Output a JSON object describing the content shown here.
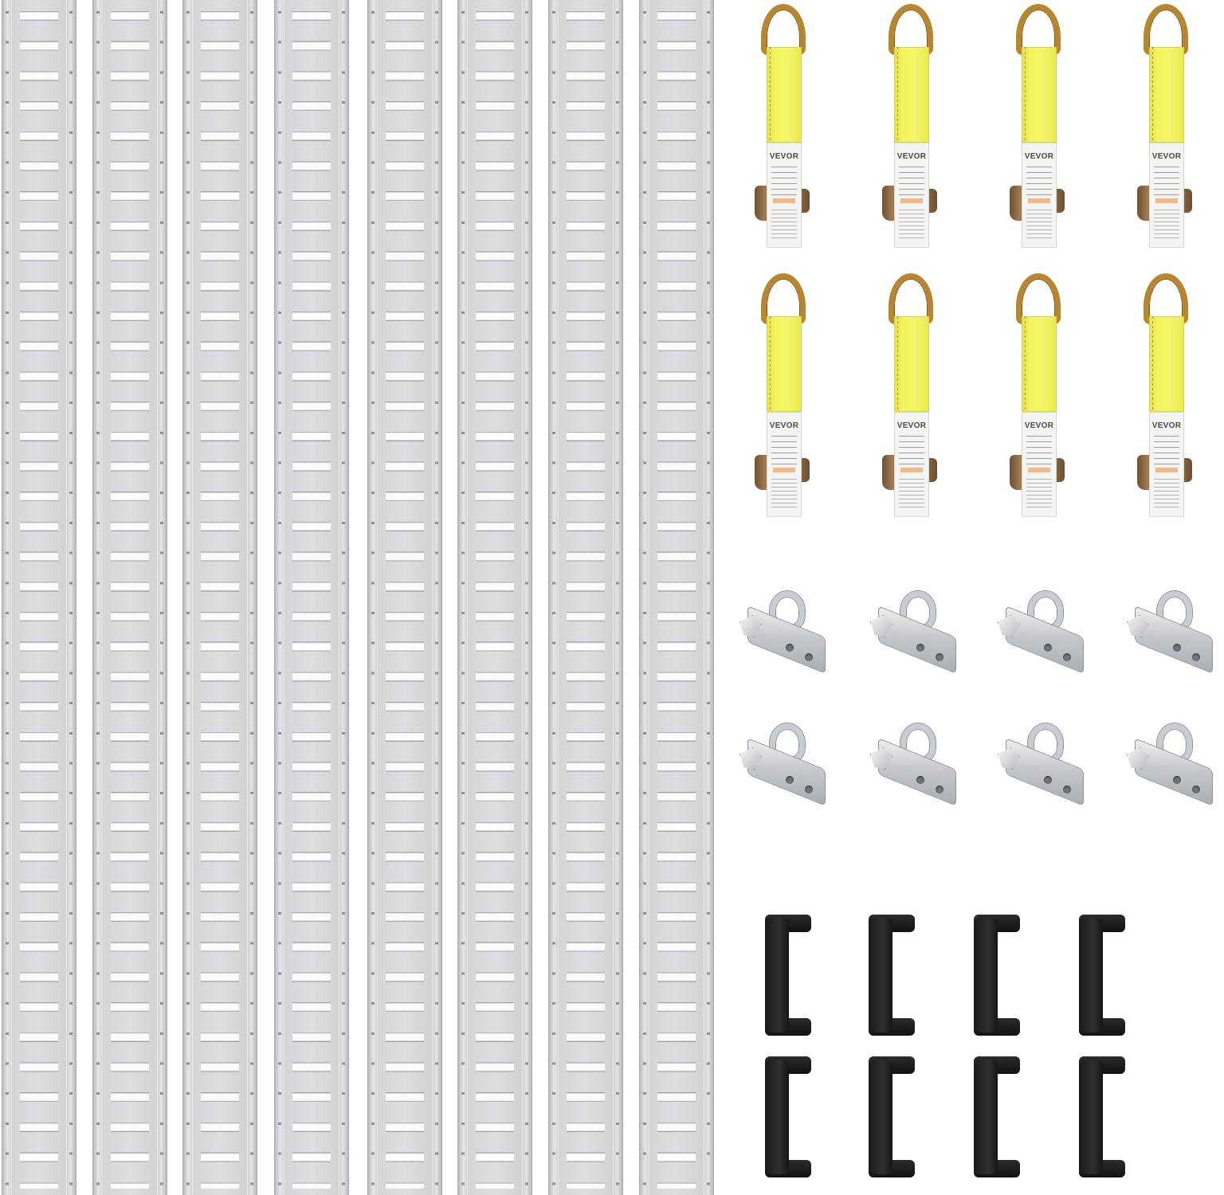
{
  "product": {
    "brand_label": "VEVOR",
    "colors": {
      "rail_metal": "#d6d8db",
      "strap_webbing": "#f2f55e",
      "strap_hardware": "#b8862f",
      "anchor_metal": "#c5c9cd",
      "end_cap_rubber": "#1c1c1c",
      "background": "#ffffff"
    }
  },
  "components": {
    "rails": {
      "count": 8,
      "icon": "e-track-rail-icon"
    },
    "straps": {
      "count": 8,
      "icon": "ratchet-strap-icon"
    },
    "anchors": {
      "count": 8,
      "icon": "o-ring-anchor-icon"
    },
    "end_caps": {
      "count": 8,
      "icon": "rubber-end-cap-icon"
    }
  }
}
